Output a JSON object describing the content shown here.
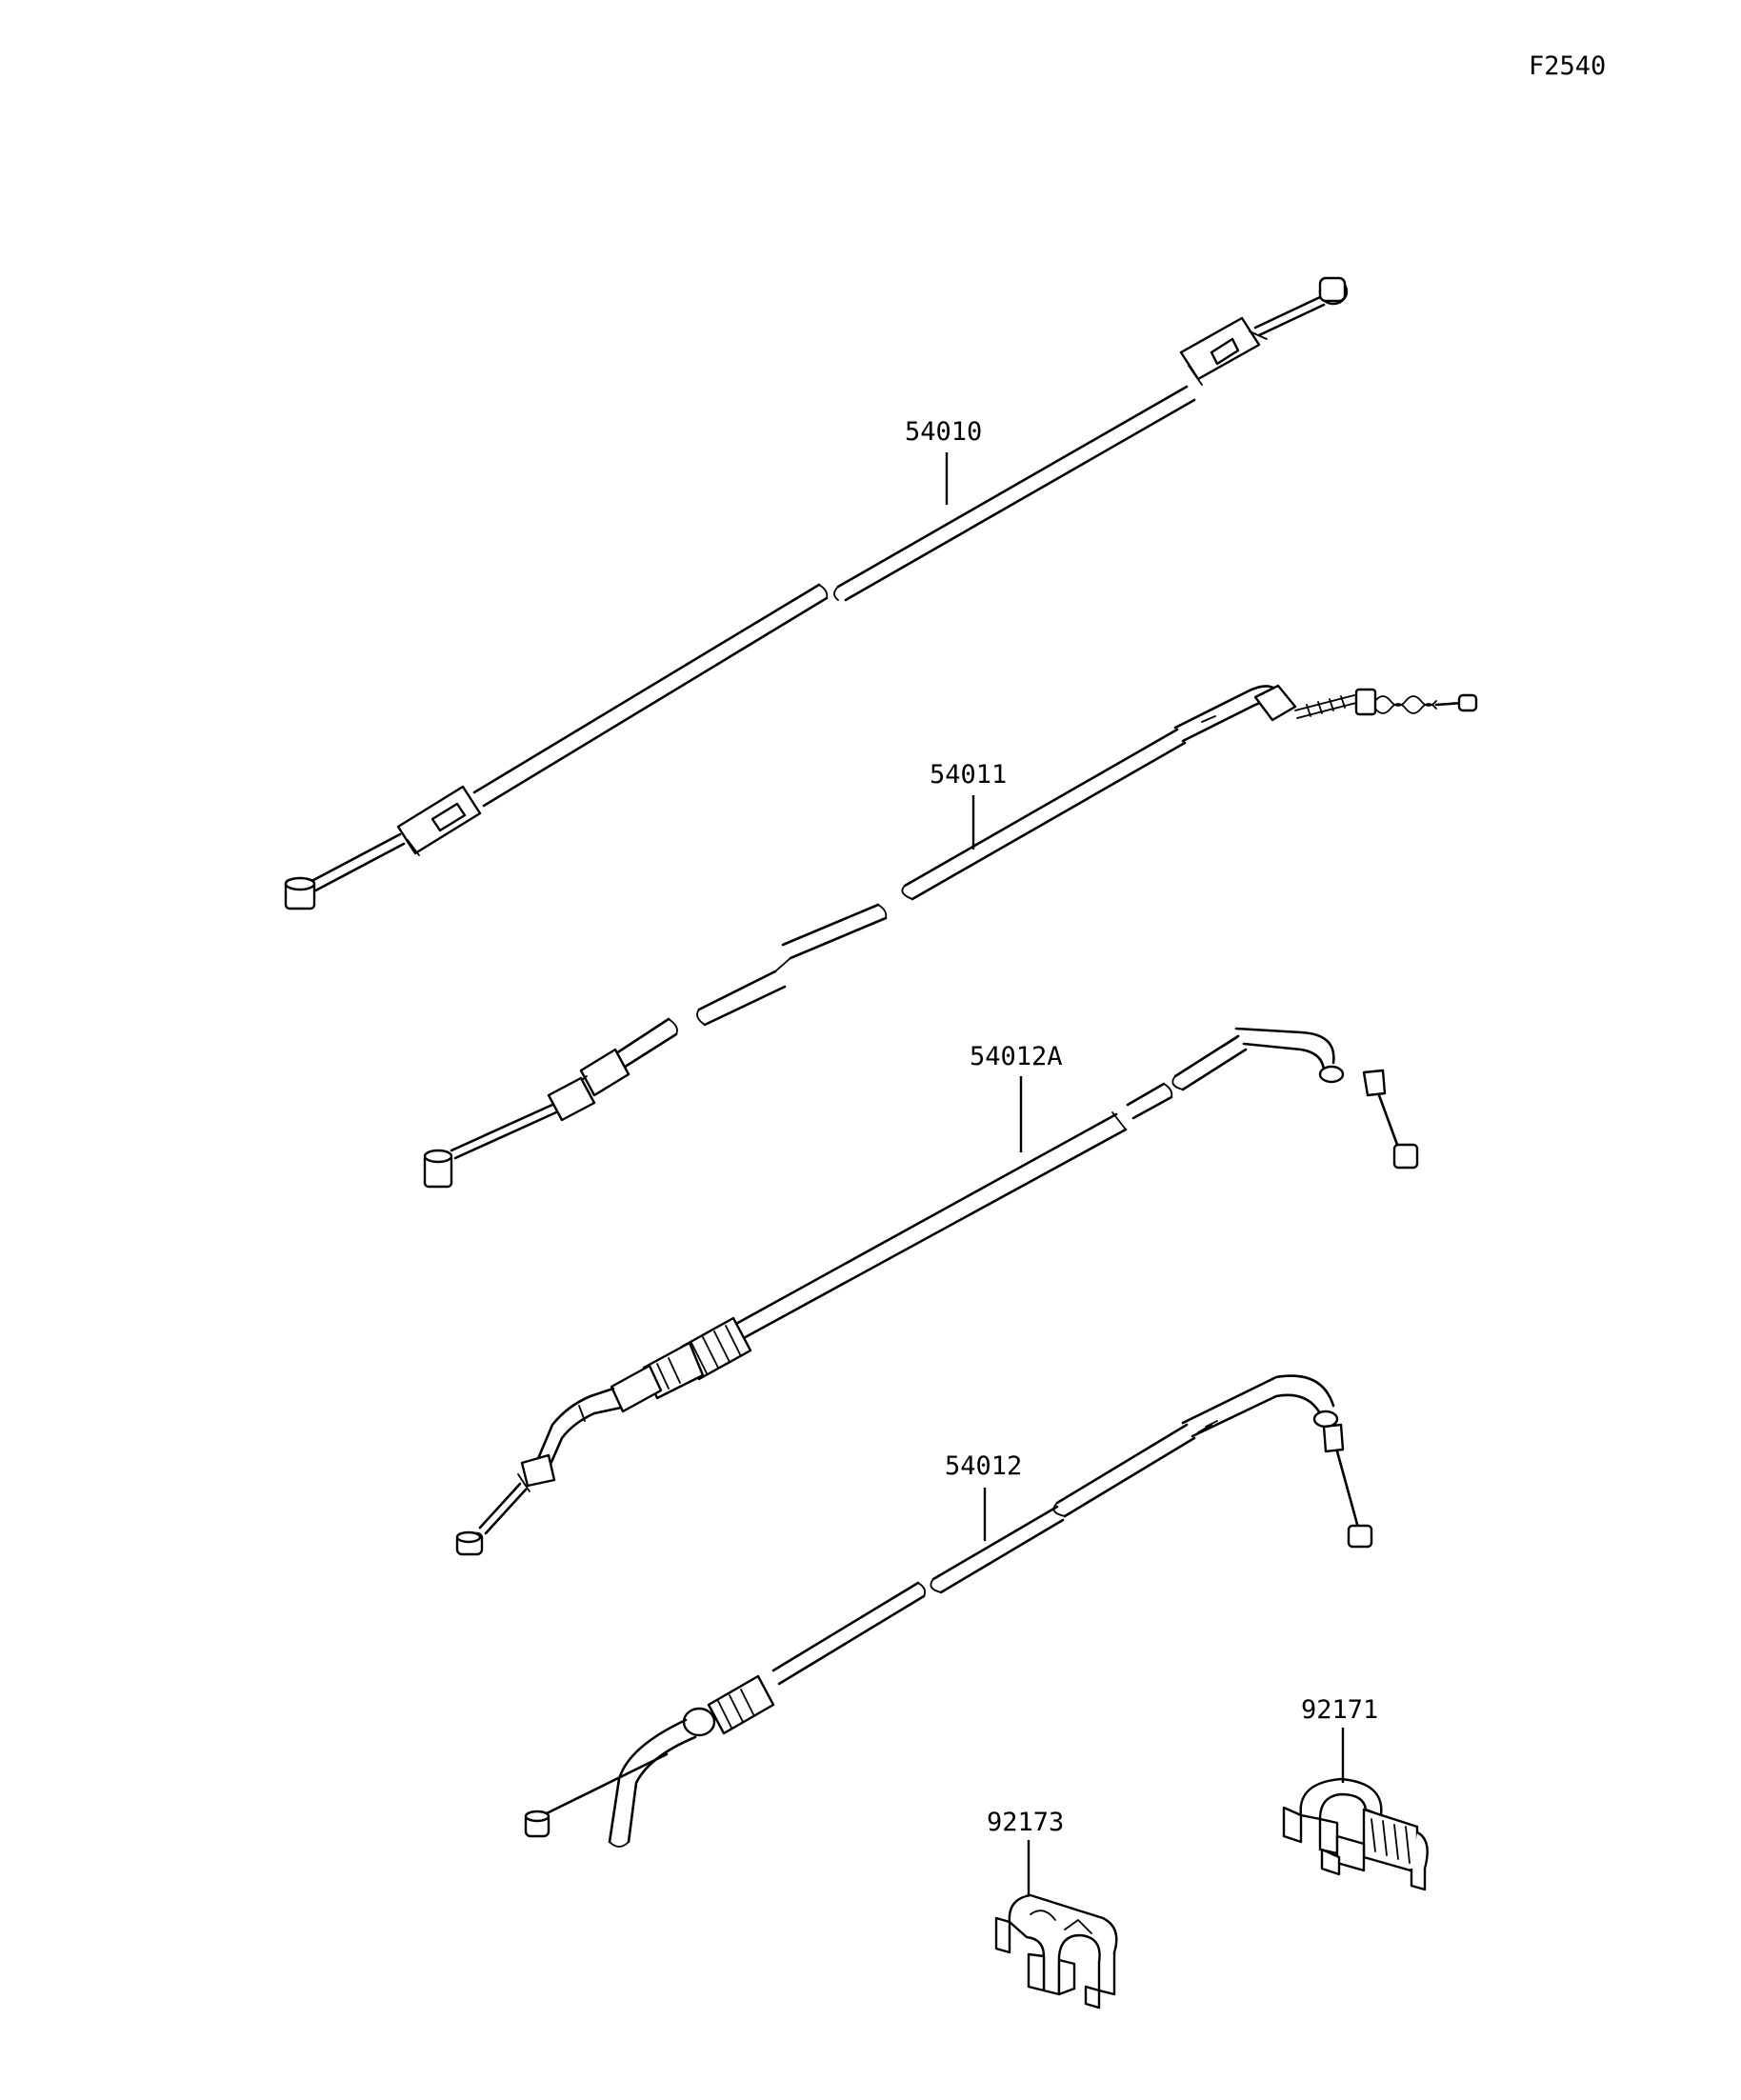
{
  "figure_code": "F2540",
  "parts": [
    {
      "part_no": "54010"
    },
    {
      "part_no": "54011"
    },
    {
      "part_no": "54012A"
    },
    {
      "part_no": "54012"
    },
    {
      "part_no": "92171"
    },
    {
      "part_no": "92173"
    }
  ],
  "colors": {
    "ink": "#000000",
    "background": "#ffffff"
  }
}
